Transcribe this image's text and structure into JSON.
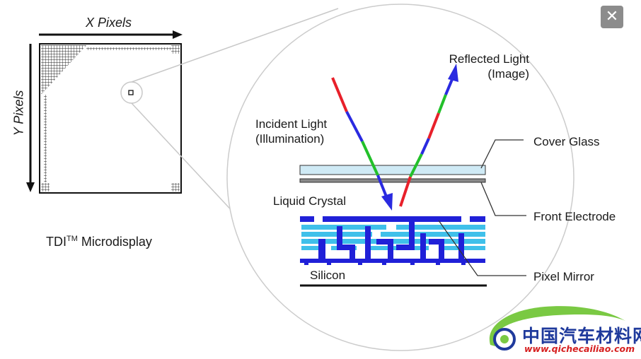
{
  "microdisplay": {
    "x_axis_label": "X Pixels",
    "y_axis_label": "Y Pixels",
    "caption_prefix": "TDI",
    "caption_sup": "TM",
    "caption_suffix": " Microdisplay"
  },
  "cross_section": {
    "incident_line1": "Incident Light",
    "incident_line2": "(Illumination)",
    "reflected_line1": "Reflected Light",
    "reflected_line2": "(Image)",
    "cover_glass": "Cover Glass",
    "front_electrode": "Front Electrode",
    "liquid_crystal": "Liquid Crystal",
    "pixel_mirror": "Pixel Mirror",
    "silicon": "Silicon"
  },
  "watermark": {
    "chinese": "中国汽车材料网",
    "url": "www.qichecailiao.com"
  },
  "close_button": {
    "glyph": "✕"
  },
  "colors": {
    "ray_red": "#e8202a",
    "ray_green": "#22c02a",
    "ray_blue": "#2a2ae0",
    "mirror_blue": "#2020d8",
    "layer_cyan": "#3fc0ea",
    "cover_glass_fill": "#cfeaf5",
    "electrode_gray": "#8a8a8a",
    "outline_gray": "#cccccc",
    "close_bg": "#8c8c8c",
    "watermark_green": "#7ac943",
    "watermark_blue": "#1f3a9c",
    "watermark_red": "#d62020"
  }
}
